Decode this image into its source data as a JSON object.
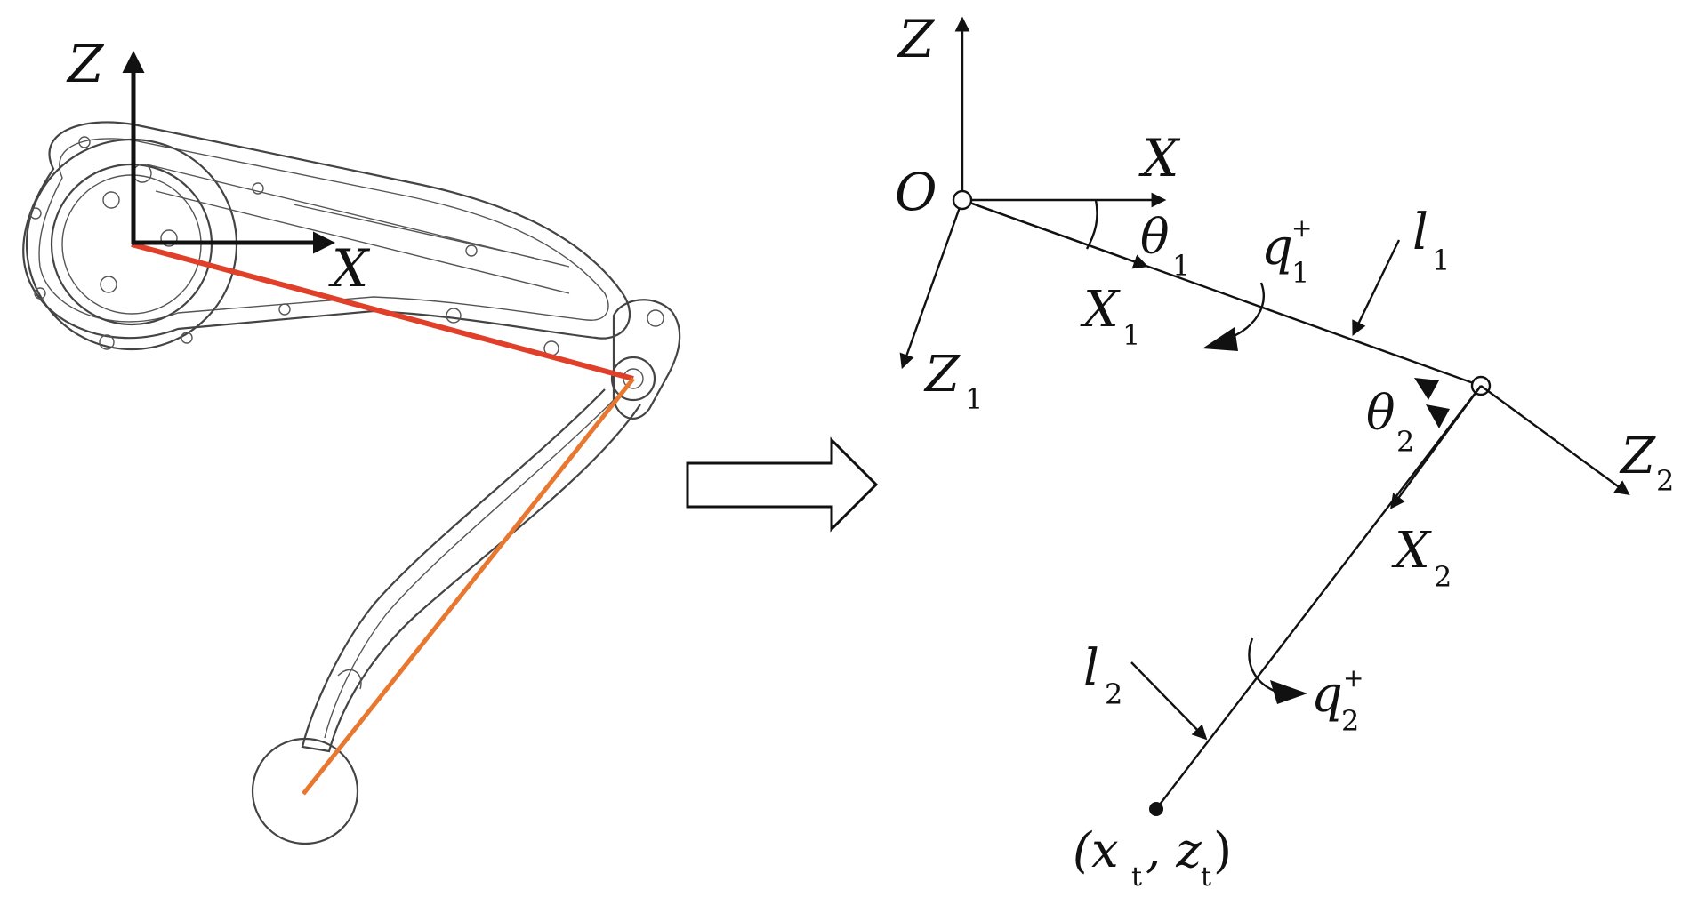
{
  "left_frame": {
    "z_label": "Z",
    "x_label": "X"
  },
  "right_frame": {
    "z_label": "Z",
    "x_label": "X",
    "origin_label": "O",
    "x1_label": "X",
    "x1_sub": "1",
    "z1_label": "Z",
    "z1_sub": "1",
    "theta1_label": "θ",
    "theta1_sub": "1",
    "q1_label": "q",
    "q1_sub": "1",
    "q1_sup": "+",
    "l1_label": "l",
    "l1_sub": "1",
    "theta2_label": "θ",
    "theta2_sub": "2",
    "x2_label": "X",
    "x2_sub": "2",
    "z2_label": "Z",
    "z2_sub": "2",
    "l2_label": "l",
    "l2_sub": "2",
    "q2_label": "q",
    "q2_sub": "2",
    "q2_sup": "+",
    "tip_open": "(x",
    "tip_x_sub": "t",
    "tip_comma": ", z",
    "tip_z_sub": "t",
    "tip_close": ")"
  },
  "colors": {
    "thigh_link": "#e0402a",
    "shank_link": "#e8782f",
    "ink": "#111111"
  }
}
